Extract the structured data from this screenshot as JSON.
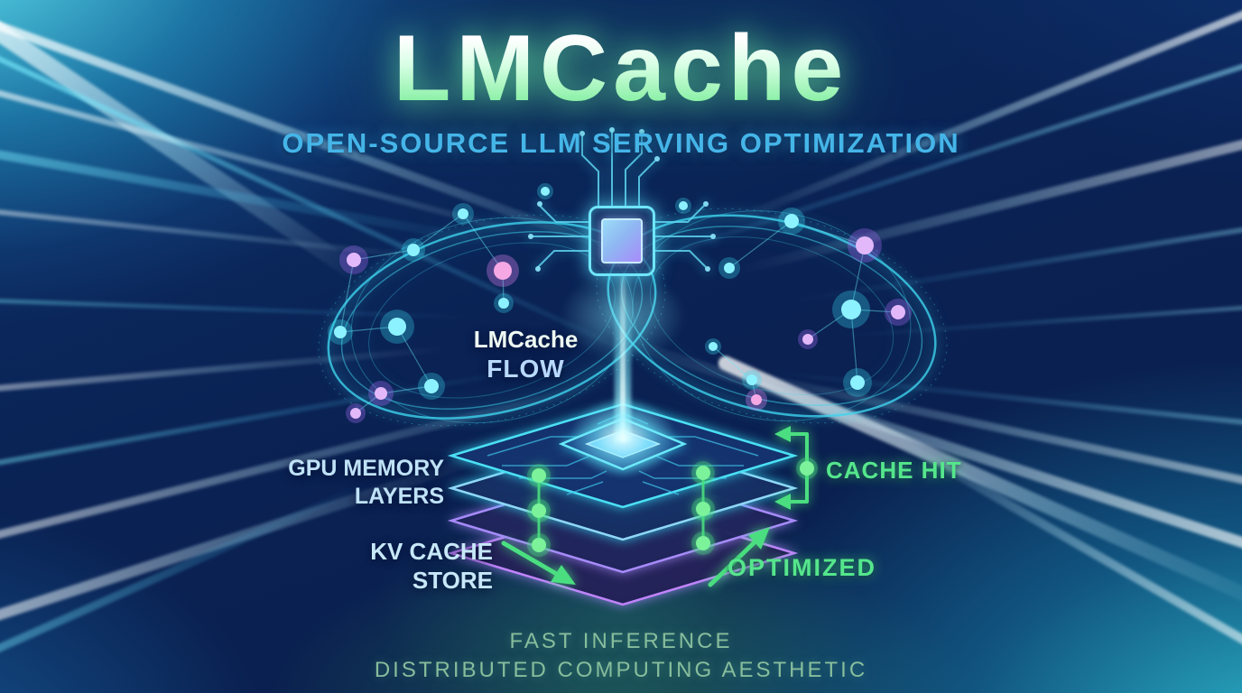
{
  "title": "LMCache",
  "subtitle": "OPEN-SOURCE LLM SERVING OPTIMIZATION",
  "flow": {
    "l1": "LMCache",
    "l2": "FLOW"
  },
  "labels": {
    "gpu1": "GPU MEMORY",
    "gpu2": "LAYERS",
    "cache_hit": "CACHE HIT",
    "kv1": "KV CACHE",
    "kv2": "STORE",
    "optimized": "OPTIMIZED"
  },
  "footer": {
    "l1": "FAST INFERENCE",
    "l2": "DISTRIBUTED COMPUTING AESTHETIC"
  },
  "colors": {
    "background_navy": "#0a1f4d",
    "corner_cyan": "#35d8e8",
    "title_gradient_top": "#ffffff",
    "title_gradient_bottom": "#8af0a6",
    "title_glow": "#4ade80",
    "subtitle_blue": "#45b5e8",
    "label_blue": "#bfe2f7",
    "accent_green": "#4ade80",
    "accent_cyan": "#38d9f2",
    "layer_purple": "#a78bfa",
    "layer_magenta": "#c084fc"
  }
}
